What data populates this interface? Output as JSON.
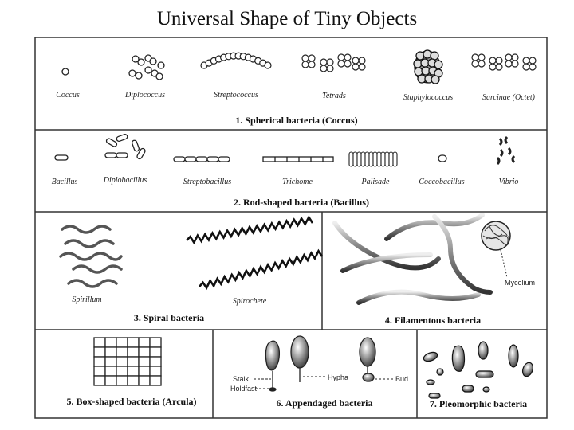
{
  "title": "Universal Shape of Tiny Objects",
  "figure": {
    "row1": {
      "labels": [
        "Coccus",
        "Diplococcus",
        "Streptococcus",
        "Tetrads",
        "Staphylococcus",
        "Sarcinae (Octet)"
      ],
      "caption": "1. Spherical bacteria (Coccus)"
    },
    "row2": {
      "labels": [
        "Bacillus",
        "Diplobacillus",
        "Streptobacillus",
        "Trichome",
        "Palisade",
        "Coccobacillus",
        "Vibrio"
      ],
      "caption": "2. Rod-shaped bacteria (Bacillus)"
    },
    "row3": {
      "spiral_labels": [
        "Spirillum",
        "Spirochete"
      ],
      "spiral_caption": "3. Spiral bacteria",
      "filament_label": "Mycelium",
      "filament_caption": "4. Filamentous bacteria"
    },
    "row4": {
      "box_caption": "5. Box-shaped bacteria (Arcula)",
      "appendage_labels": [
        "Stalk",
        "Holdfast",
        "Hypha",
        "Bud"
      ],
      "appendage_caption": "6. Appendaged bacteria",
      "pleo_caption": "7. Pleomorphic bacteria"
    }
  }
}
